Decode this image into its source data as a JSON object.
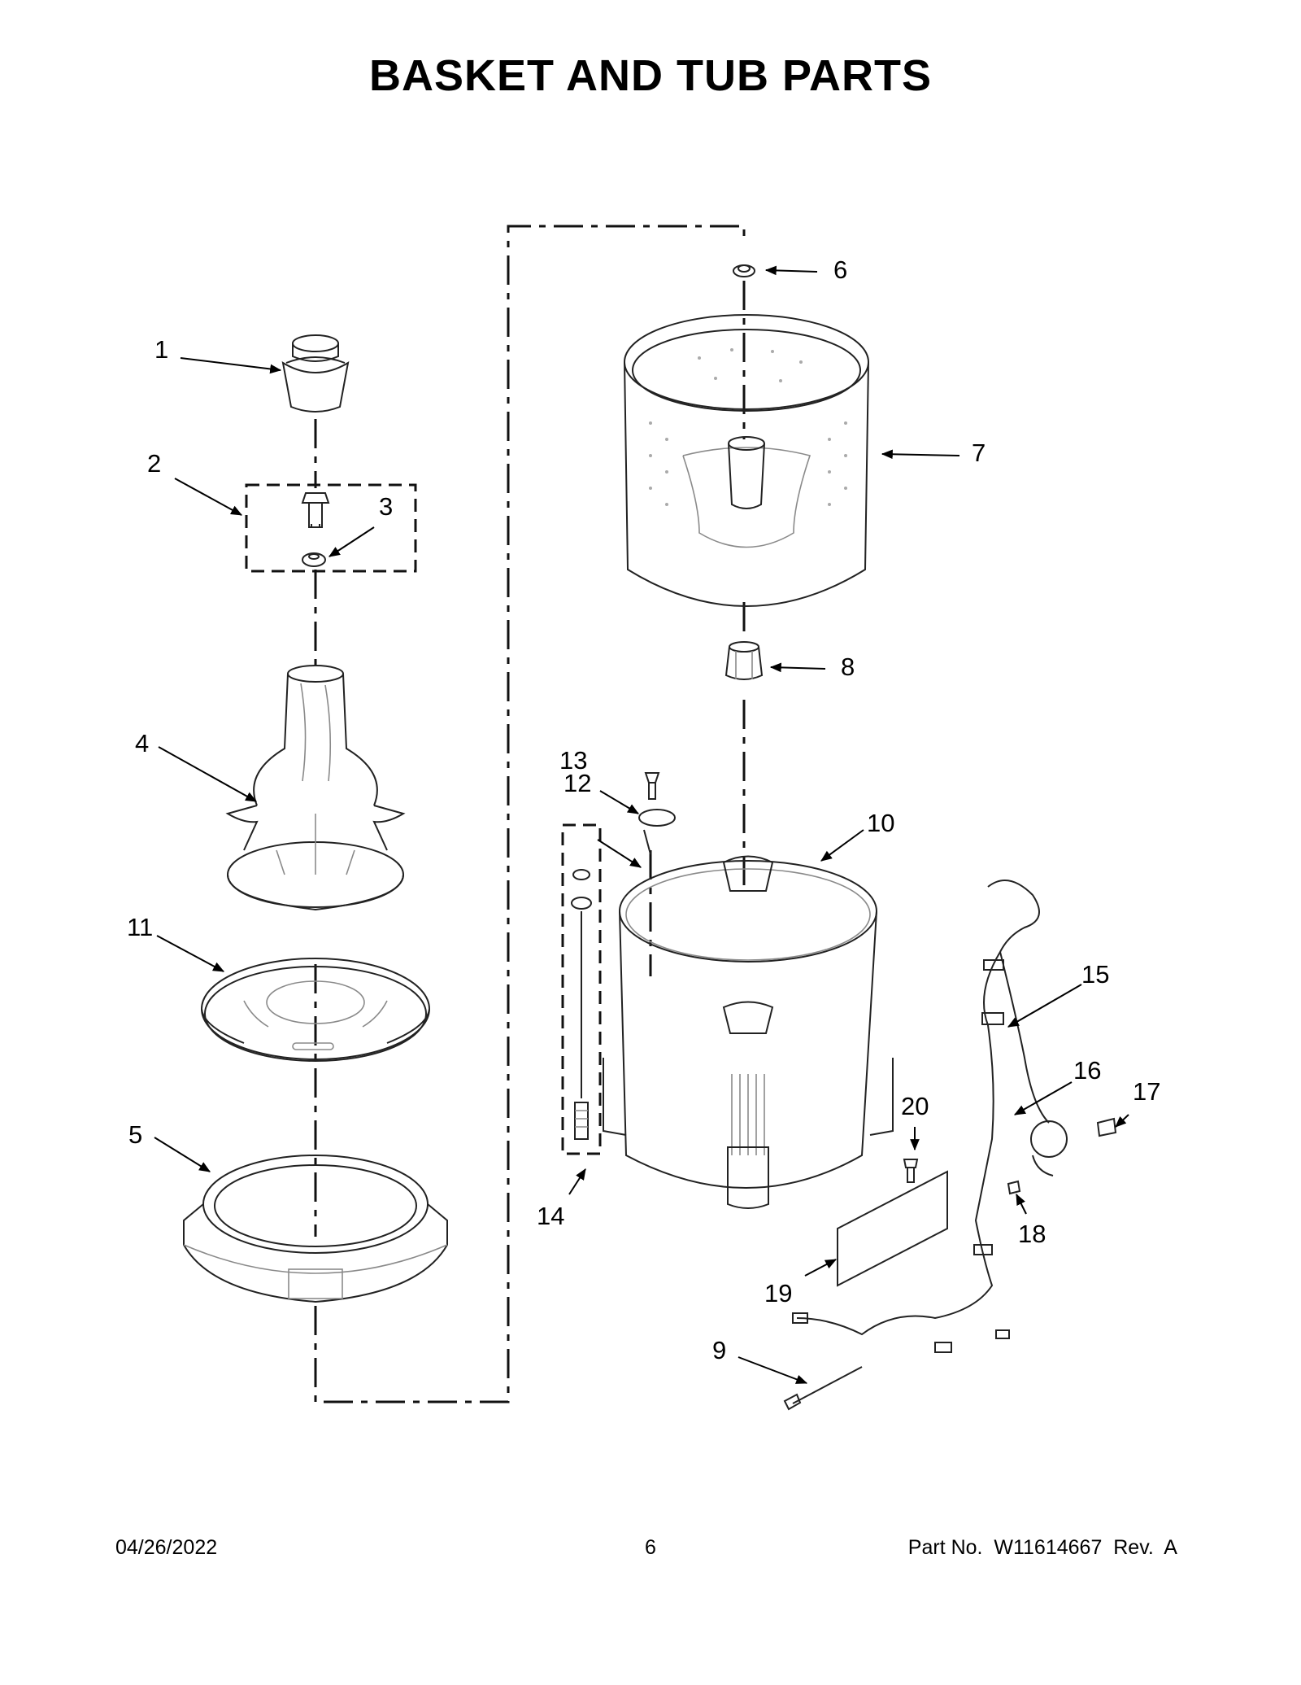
{
  "page": {
    "title": "BASKET AND TUB PARTS",
    "date": "04/26/2022",
    "page_number": "6",
    "part_number": "Part No.  W11614667  Rev.  A"
  },
  "callouts": [
    "1",
    "2",
    "3",
    "4",
    "5",
    "6",
    "7",
    "8",
    "9",
    "10",
    "11",
    "12",
    "13",
    "14",
    "15",
    "16",
    "17",
    "18",
    "19",
    "20"
  ]
}
